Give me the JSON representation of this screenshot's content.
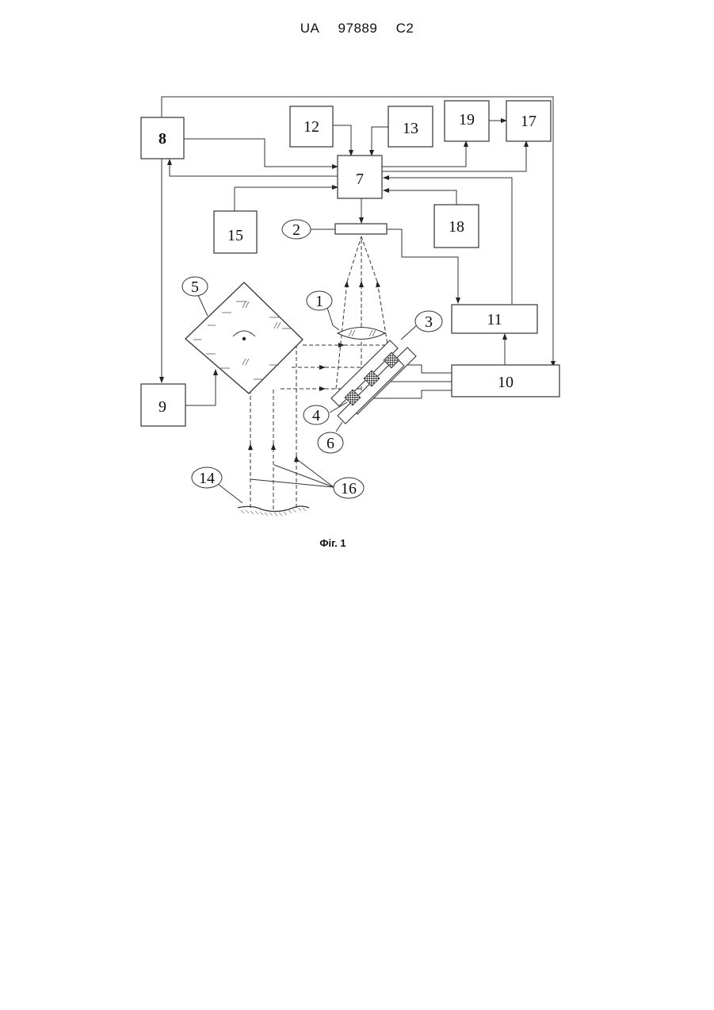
{
  "header": {
    "country": "UA",
    "number": "97889",
    "kind": "C2"
  },
  "figure": {
    "caption": "Фіг. 1",
    "blocks": {
      "b8": "8",
      "b12": "12",
      "b13": "13",
      "b19": "19",
      "b17": "17",
      "b7": "7",
      "b15": "15",
      "b18": "18",
      "b11": "11",
      "b10": "10",
      "b9": "9"
    },
    "callouts": {
      "c1": "1",
      "c2": "2",
      "c3": "3",
      "c4": "4",
      "c5": "5",
      "c6": "6",
      "c14": "14",
      "c16": "16"
    }
  }
}
